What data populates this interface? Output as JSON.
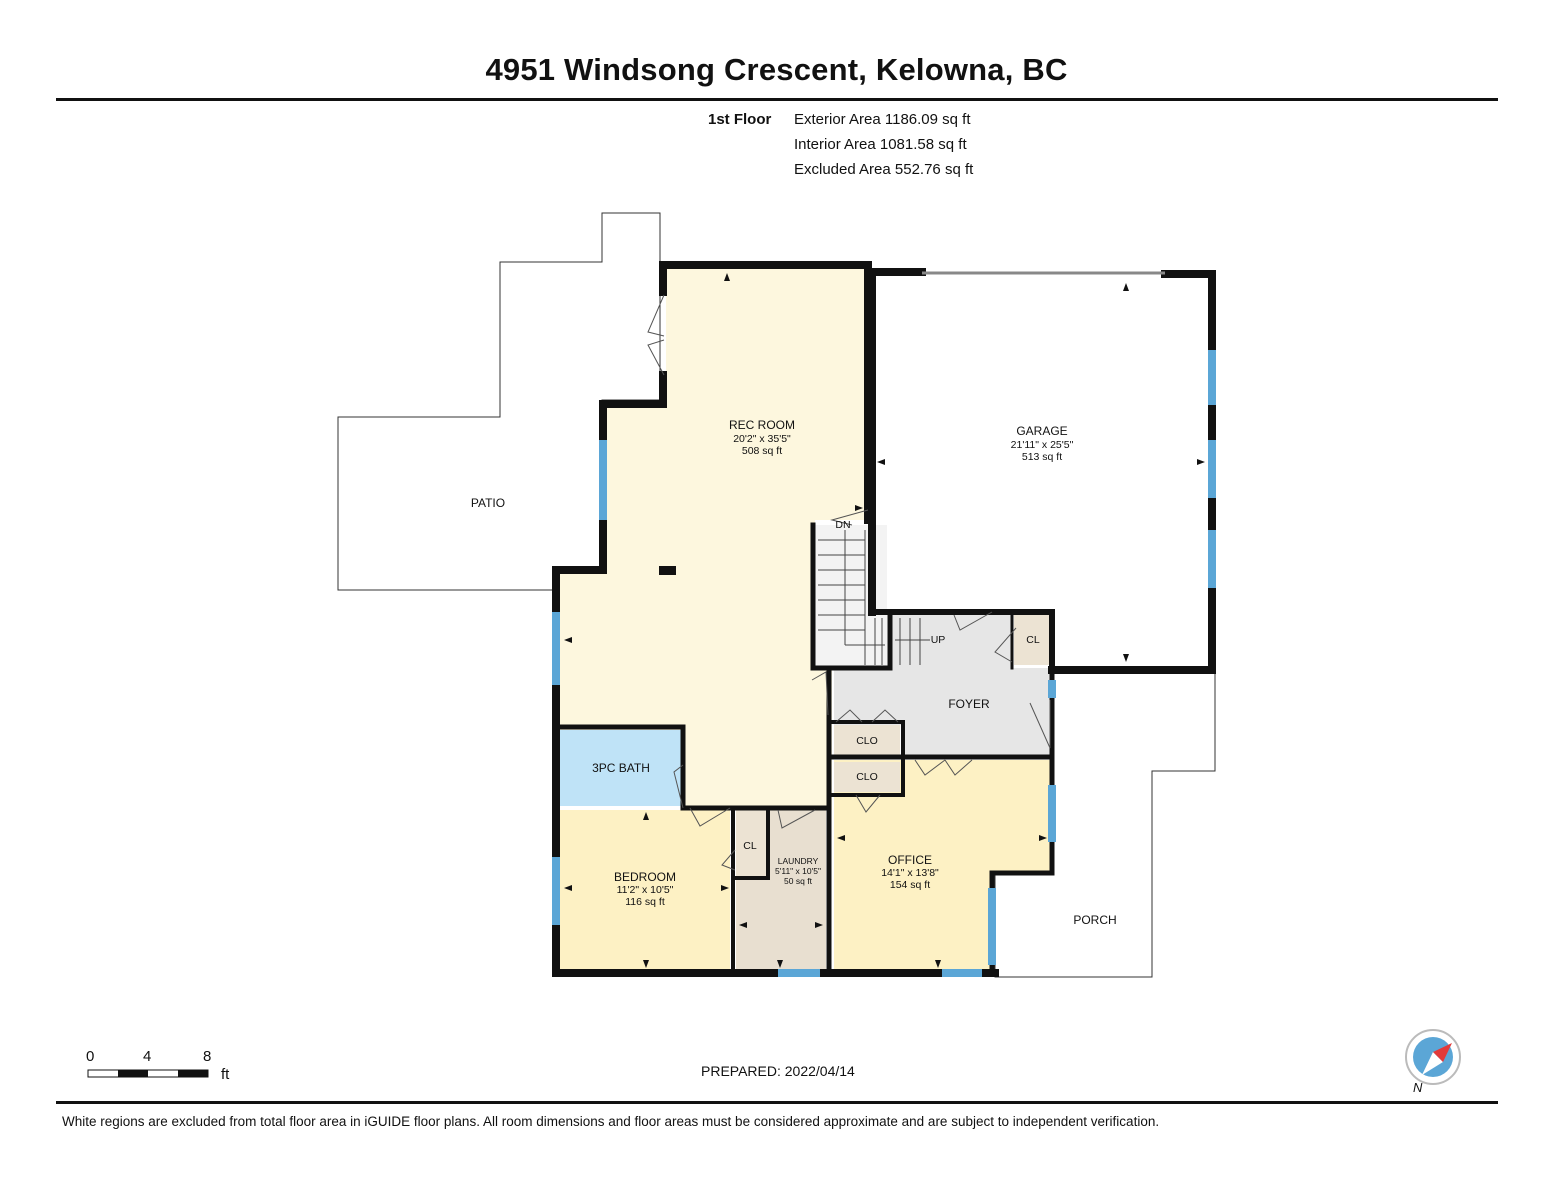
{
  "title": "4951 Windsong Crescent, Kelowna, BC",
  "floor": {
    "name": "1st Floor",
    "exterior_area": "Exterior Area 1186.09 sq ft",
    "interior_area": "Interior Area 1081.58 sq ft",
    "excluded_area": "Excluded Area 552.76 sq ft"
  },
  "rooms": {
    "rec_room": {
      "name": "REC ROOM",
      "dims": "20'2\" x 35'5\"",
      "area": "508 sq ft"
    },
    "garage": {
      "name": "GARAGE",
      "dims": "21'11\" x 25'5\"",
      "area": "513 sq ft"
    },
    "bedroom": {
      "name": "BEDROOM",
      "dims": "11'2\" x 10'5\"",
      "area": "116 sq ft"
    },
    "laundry": {
      "name": "LAUNDRY",
      "dims": "5'11\" x 10'5\"",
      "area": "50 sq ft"
    },
    "office": {
      "name": "OFFICE",
      "dims": "14'1\" x 13'8\"",
      "area": "154 sq ft"
    },
    "bath": {
      "name": "3PC BATH"
    },
    "foyer": {
      "name": "FOYER"
    },
    "patio": {
      "name": "PATIO"
    },
    "porch": {
      "name": "PORCH"
    },
    "cl_garage": {
      "name": "CL"
    },
    "cl_bedroom": {
      "name": "CL"
    },
    "clo_upper": {
      "name": "CLO"
    },
    "clo_lower": {
      "name": "CLO"
    },
    "stair_dn": {
      "name": "DN"
    },
    "stair_up": {
      "name": "UP"
    }
  },
  "scale": {
    "ticks": [
      "0",
      "4",
      "8"
    ],
    "unit": "ft"
  },
  "compass": {
    "label": "N"
  },
  "prepared": "PREPARED: 2022/04/14",
  "disclaimer": "White regions are excluded from total floor area in iGUIDE floor plans. All room dimensions and floor areas must be considered approximate and are subject to independent verification.",
  "colors": {
    "rec_room": "#fdf7de",
    "garage": "#ffffff",
    "bedroom": "#fdf1c4",
    "laundry": "#e8dfd0",
    "office": "#fdf1c4",
    "bath": "#bfe3f7",
    "foyer": "#e6e6e6",
    "closet": "#ece3d3",
    "wall": "#111111",
    "window": "#5ba6d6"
  }
}
